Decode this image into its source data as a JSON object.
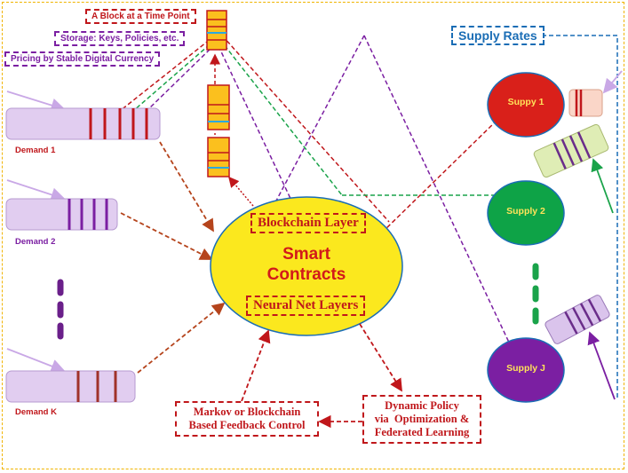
{
  "labels": {
    "block": "A Block at a Time Point",
    "storage": "Storage: Keys, Policies, etc.",
    "pricing": "Pricing by Stable Digital Currency",
    "supply_rates": "Supply Rates",
    "blockchain_layer": "Blockchain Layer",
    "smart_line1": "Smart",
    "smart_line2": "Contracts",
    "neural_layers": "Neural Net Layers",
    "markov_line1": "Markov or Blockchain",
    "markov_line2": "Based Feedback Control",
    "policy_line1": "Dynamic Policy",
    "policy_line2": "via  Optimization &",
    "policy_line3": "Federated Learning"
  },
  "demands": [
    {
      "label": "Demand 1",
      "color": "#c0171b"
    },
    {
      "label": "Demand 2",
      "color": "#7b1fa2"
    },
    {
      "label": "Demand K",
      "color": "#c0171b"
    }
  ],
  "supplies": [
    {
      "label": "Suppy 1",
      "fill": "#d9201a"
    },
    {
      "label": "Supply 2",
      "fill": "#0ea347"
    },
    {
      "label": "Supply J",
      "fill": "#7b1fa2"
    }
  ],
  "colors": {
    "red": "#c0171b",
    "brown": "#b5441c",
    "green": "#1aa34a",
    "purple": "#7b1fa2",
    "blue": "#1a6db5",
    "ellipse_fill": "#fbe81e",
    "demand_fill": "#e1cdf0",
    "block_fill": "#fbc01e"
  },
  "icons": [
    "arrow-icon",
    "ellipsis-dots-icon"
  ]
}
